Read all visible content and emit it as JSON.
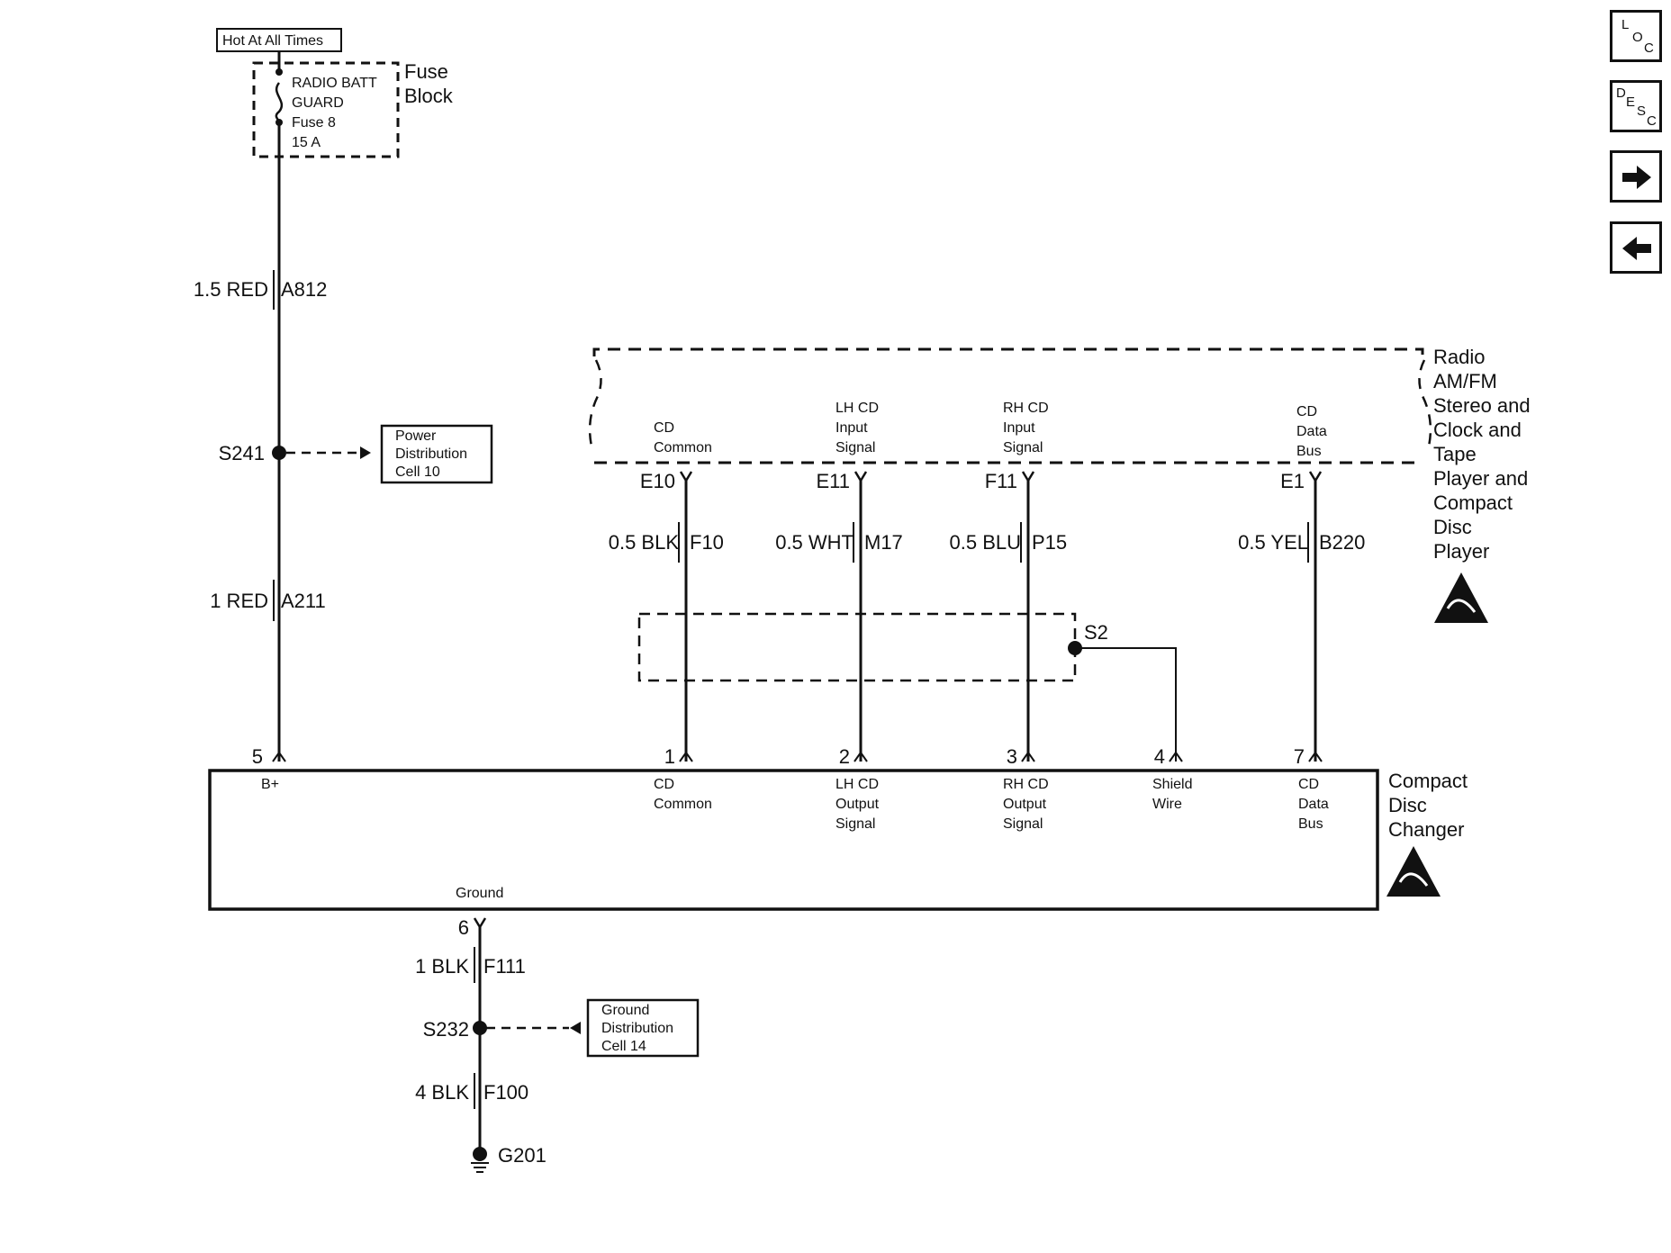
{
  "power": {
    "source_label": "Hot At All Times",
    "fuse_lines": [
      "RADIO BATT",
      "GUARD",
      "Fuse 8",
      "15 A"
    ],
    "fuse_block_label": [
      "Fuse",
      "Block"
    ],
    "wire_top": {
      "color": "1.5 RED",
      "circuit": "A812"
    },
    "splice": "S241",
    "power_dist_ref": [
      "Power",
      "Distribution",
      "Cell 10"
    ],
    "wire_bottom": {
      "color": "1 RED",
      "circuit": "A211"
    }
  },
  "radio": {
    "label": [
      "Radio",
      "AM/FM",
      "Stereo and",
      "Clock and",
      "Tape",
      "Player and",
      "Compact",
      "Disc",
      "Player"
    ],
    "terminals": [
      {
        "pin": "E10",
        "desc": [
          "CD",
          "Common"
        ]
      },
      {
        "pin": "E11",
        "desc": [
          "LH CD",
          "Input",
          "Signal"
        ]
      },
      {
        "pin": "F11",
        "desc": [
          "RH CD",
          "Input",
          "Signal"
        ]
      },
      {
        "pin": "E1",
        "desc": [
          "CD",
          "Data",
          "Bus"
        ]
      }
    ]
  },
  "wires": [
    {
      "color": "0.5 BLK",
      "circuit": "F10"
    },
    {
      "color": "0.5 WHT",
      "circuit": "M17"
    },
    {
      "color": "0.5 BLU",
      "circuit": "P15"
    },
    {
      "color": "0.5 YEL",
      "circuit": "B220"
    }
  ],
  "shield_splice": "S2",
  "changer": {
    "label": [
      "Compact",
      "Disc",
      "Changer"
    ],
    "pins": [
      {
        "num": "5",
        "desc": [
          "B+"
        ]
      },
      {
        "num": "1",
        "desc": [
          "CD",
          "Common"
        ]
      },
      {
        "num": "2",
        "desc": [
          "LH CD",
          "Output",
          "Signal"
        ]
      },
      {
        "num": "3",
        "desc": [
          "RH CD",
          "Output",
          "Signal"
        ]
      },
      {
        "num": "4",
        "desc": [
          "Shield",
          "Wire"
        ]
      },
      {
        "num": "7",
        "desc": [
          "CD",
          "Data",
          "Bus"
        ]
      }
    ],
    "ground_label": "Ground",
    "ground_pin": "6"
  },
  "ground": {
    "wire_top": {
      "color": "1 BLK",
      "circuit": "F111"
    },
    "splice": "S232",
    "ground_dist_ref": [
      "Ground",
      "Distribution",
      "Cell 14"
    ],
    "wire_bottom": {
      "color": "4 BLK",
      "circuit": "F100"
    },
    "ground_point": "G201"
  },
  "nav": {
    "loc": {
      "l1": "L",
      "l2": "O",
      "l3": "C"
    },
    "desc": {
      "l1": "D",
      "l2": "E",
      "l3": "S",
      "l4": "C"
    },
    "icons": [
      "arrow-right-icon",
      "arrow-left-icon"
    ]
  }
}
